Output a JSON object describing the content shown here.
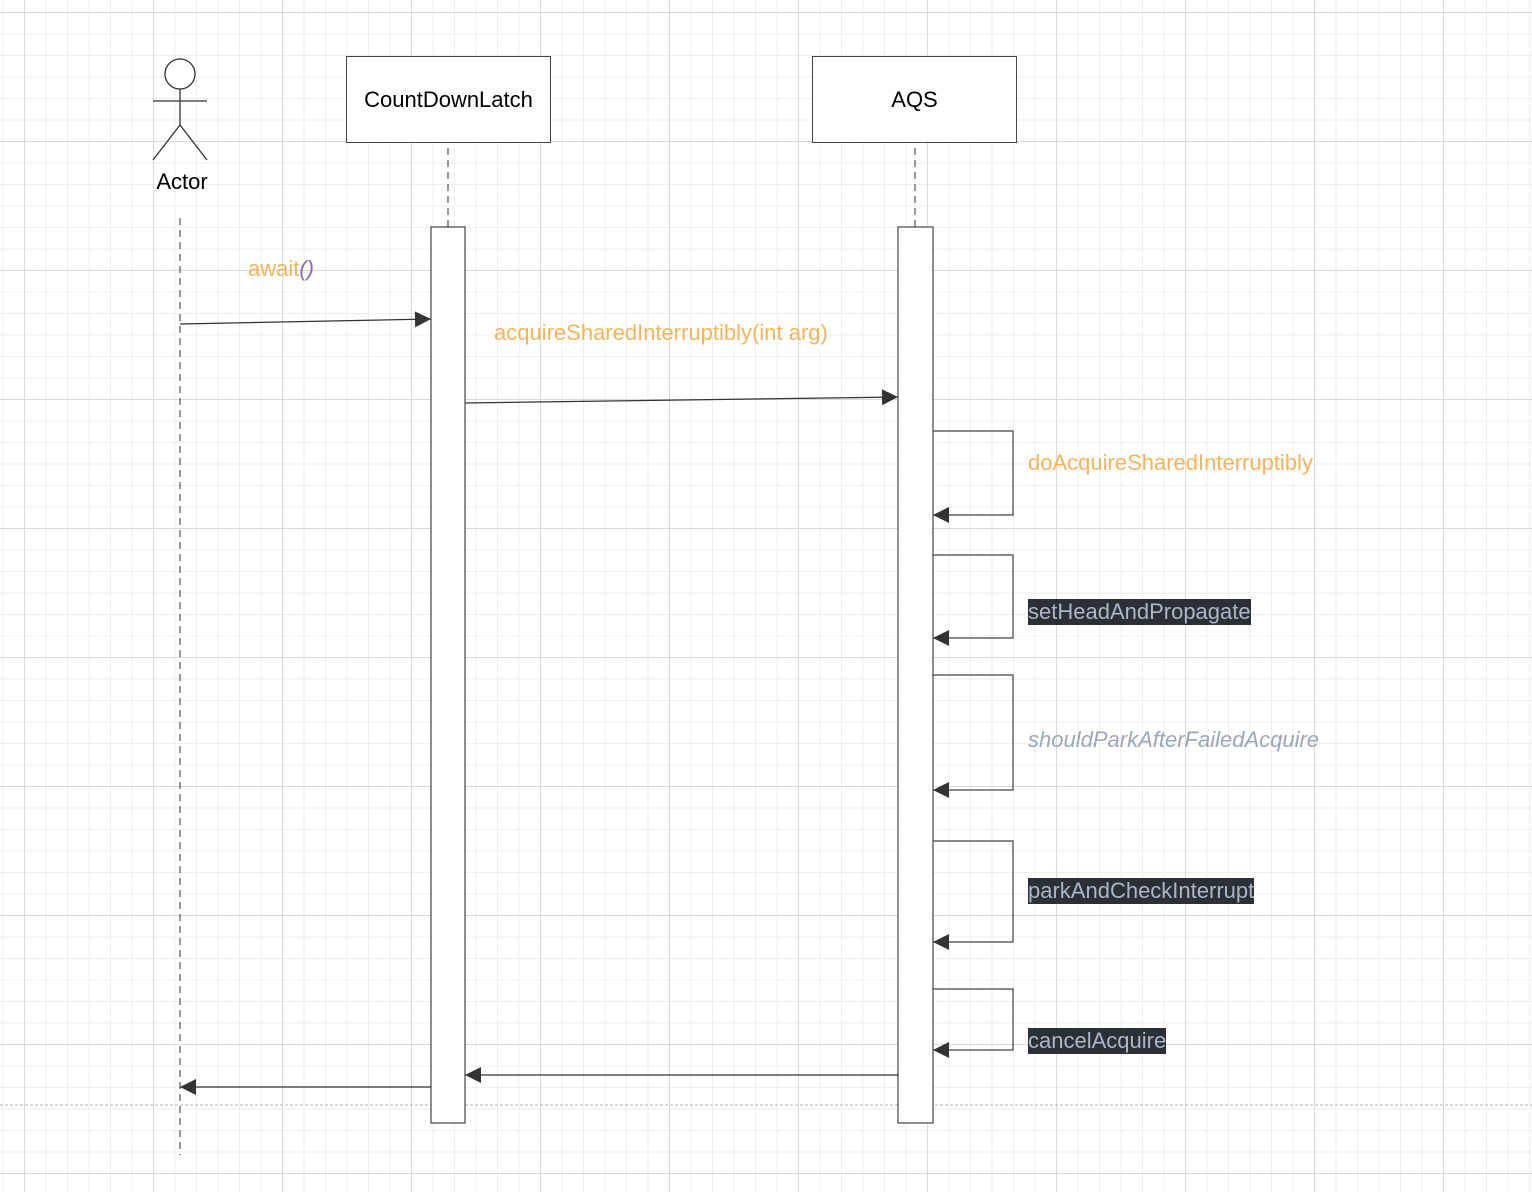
{
  "participants": {
    "actor": "Actor",
    "countdownlatch": "CountDownLatch",
    "aqs": "AQS"
  },
  "messages": {
    "await": "await",
    "await_parens": "()",
    "acquire": "acquireSharedInterruptibly(int arg)",
    "do_acquire": "doAcquireSharedInterruptibly",
    "set_head": "setHeadAndPropagate",
    "should_park": "shouldParkAfterFailedAcquire",
    "park_check": "parkAndCheckInterrupt",
    "cancel": "cancelAcquire"
  },
  "colors": {
    "message_label": "#f5b45a",
    "highlight_bg": "#2b2f36",
    "highlight_text": "#a9b7c6",
    "line": "#444444"
  }
}
